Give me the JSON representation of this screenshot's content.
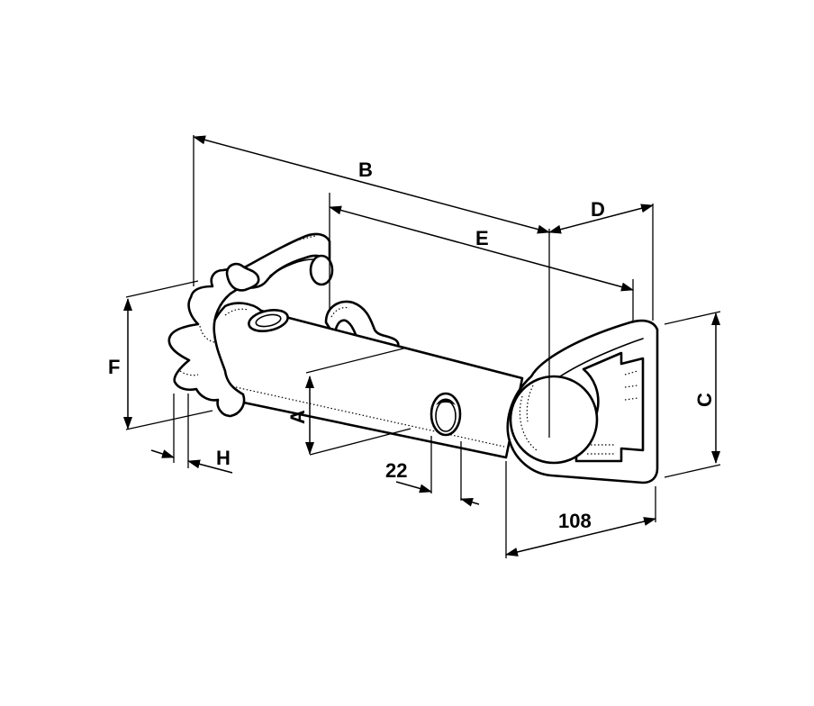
{
  "diagram": {
    "subject": "drawbar pin with ratchet handle and triangular end plate",
    "background": "#ffffff",
    "line_color": "#000000"
  },
  "dimensions": {
    "A": "A",
    "B": "B",
    "C": "C",
    "D": "D",
    "E": "E",
    "F": "F",
    "H": "H",
    "hole_diameter": "22",
    "plate_width": "108"
  }
}
